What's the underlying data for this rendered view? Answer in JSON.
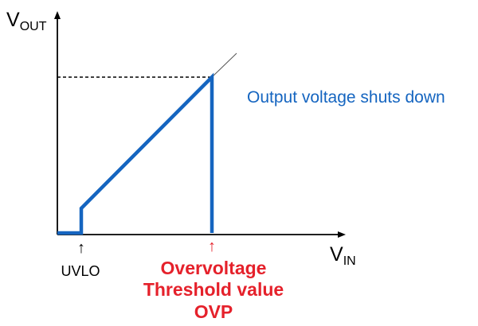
{
  "axes": {
    "y": {
      "main": "V",
      "sub": "OUT"
    },
    "x": {
      "main": "V",
      "sub": "IN"
    }
  },
  "labels": {
    "uvlo_arrow": "↑",
    "uvlo": "UVLO",
    "ovp_arrow": "↑",
    "shutdown_note": "Output voltage shuts down",
    "ovp_lines": [
      "Overvoltage",
      "Threshold value",
      "OVP"
    ]
  },
  "colors": {
    "axis": "#000000",
    "trace": "#1565C0",
    "note": "#1565C0",
    "ovp": "#E5212B"
  }
}
